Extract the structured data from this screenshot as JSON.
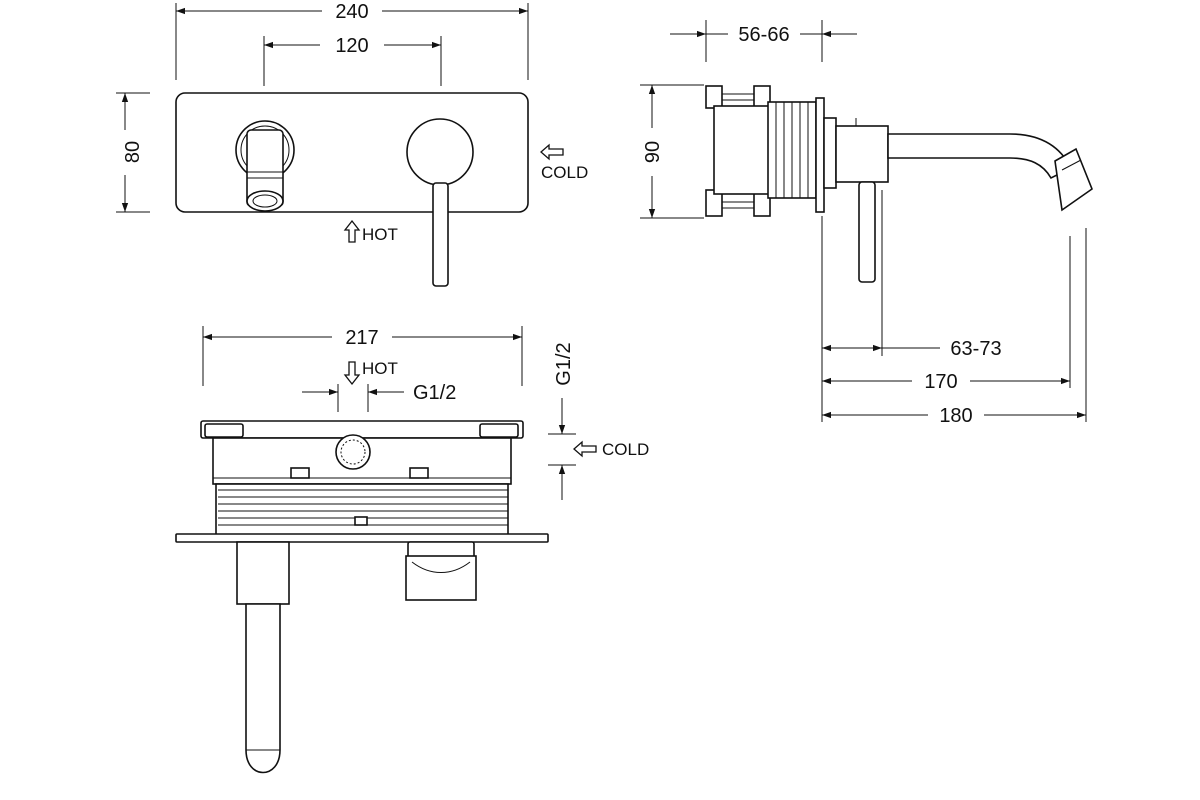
{
  "dimensions": {
    "front_total_width": "240",
    "front_center_distance": "120",
    "front_height": "80",
    "side_depth_range": "56-66",
    "side_height": "90",
    "spout_wall_range": "63-73",
    "spout_length_170": "170",
    "spout_length_180": "180",
    "body_width": "217",
    "thread_size_h": "G1/2",
    "thread_size_v": "G1/2"
  },
  "labels": {
    "hot_front": "HOT",
    "cold_front": "COLD",
    "hot_top": "HOT",
    "cold_top": "COLD"
  },
  "colors": {
    "line": "#111111",
    "background": "#ffffff"
  }
}
